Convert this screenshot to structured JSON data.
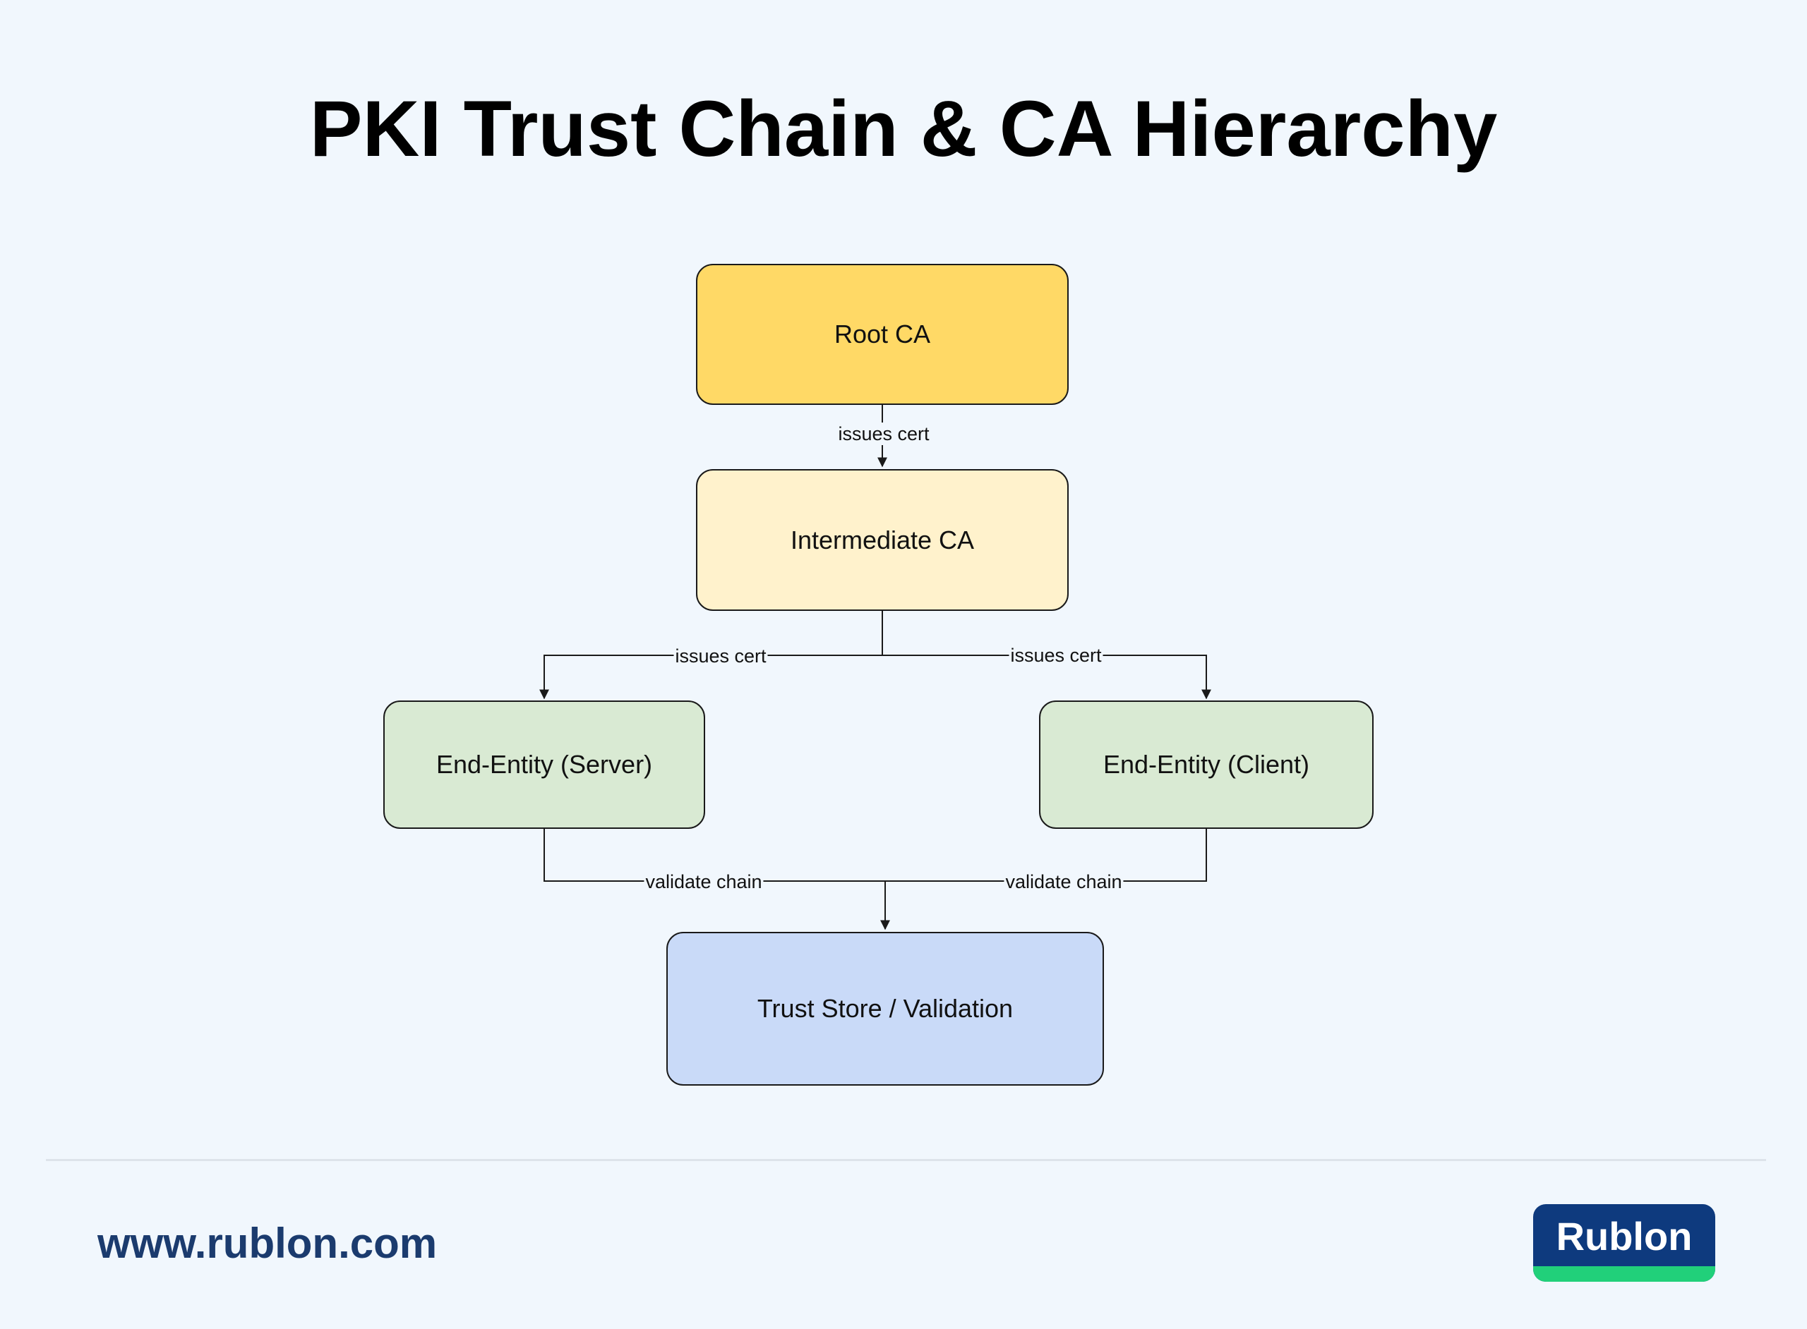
{
  "title": "PKI Trust Chain & CA Hierarchy",
  "nodes": {
    "root_ca": {
      "label": "Root CA",
      "fill": "#ffd966"
    },
    "intermediate_ca": {
      "label": "Intermediate CA",
      "fill": "#fff2cc"
    },
    "end_entity_server": {
      "label": "End-Entity (Server)",
      "fill": "#d9ead3"
    },
    "end_entity_client": {
      "label": "End-Entity (Client)",
      "fill": "#d9ead3"
    },
    "trust_store": {
      "label": "Trust Store / Validation",
      "fill": "#c9daf8"
    }
  },
  "edges": {
    "root_to_intermediate": "issues cert",
    "intermediate_to_server": "issues cert",
    "intermediate_to_client": "issues cert",
    "server_to_trust": "validate chain",
    "client_to_trust": "validate chain"
  },
  "footer": {
    "url": "www.rublon.com",
    "logo_text": "Rublon"
  },
  "colors": {
    "background": "#f1f7fd",
    "logo_blue": "#0e3a7e",
    "logo_green": "#21d07a",
    "url_color": "#1b3b6e"
  }
}
